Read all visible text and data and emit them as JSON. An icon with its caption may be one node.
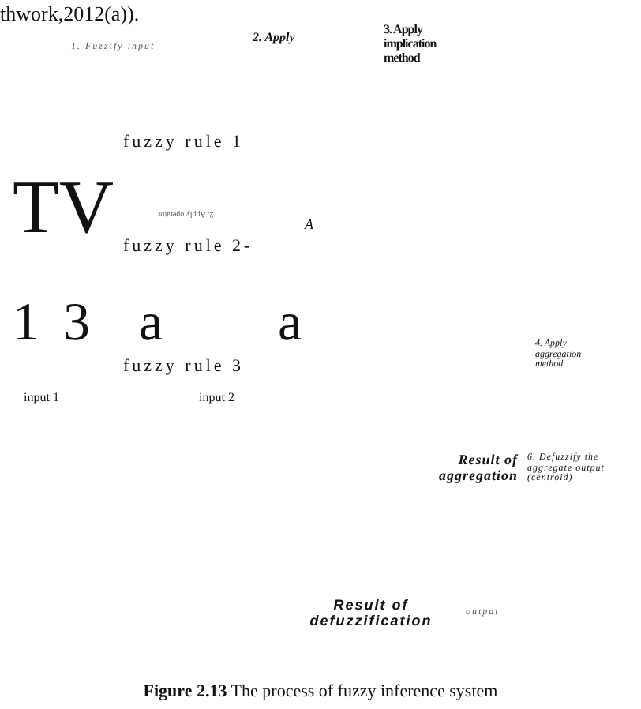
{
  "diagram": {
    "caption": "**Figure 2.13** The process of fuzzy inference system",
    "labels": [
      "thwork,2012(a)).",
      "1. Fuzzify input",
      "2. Apply",
      "3. Apply implication method",
      "fuzzy rule 1",
      "TV",
      "2. Apply operator",
      "A",
      "fuzzy rule 2-",
      "1",
      "3",
      "a",
      "a",
      "fuzzy rule 3",
      "4. Apply aggregation method",
      "input 1",
      "input 2",
      "Result of aggregation",
      "6. Defuzzify the aggregate output (centroid)",
      "Result of defuzzification",
      "output"
    ]
  }
}
